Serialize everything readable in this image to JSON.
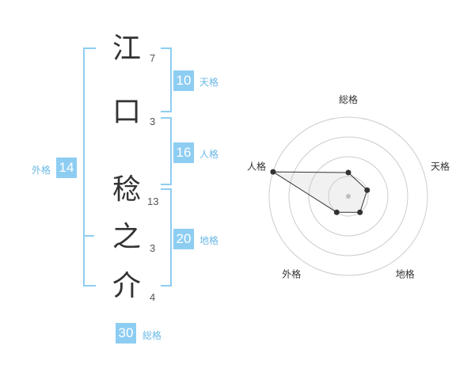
{
  "name_chars": [
    {
      "char": "江",
      "strokes": "7"
    },
    {
      "char": "口",
      "strokes": "3"
    },
    {
      "char": "稔",
      "strokes": "13"
    },
    {
      "char": "之",
      "strokes": "3"
    },
    {
      "char": "介",
      "strokes": "4"
    }
  ],
  "kakusu": {
    "tenkaku": {
      "value": "10",
      "label": "天格"
    },
    "jinkaku": {
      "value": "16",
      "label": "人格"
    },
    "chikaku": {
      "value": "20",
      "label": "地格"
    },
    "gaikaku": {
      "value": "14",
      "label": "外格"
    },
    "soukaku": {
      "value": "30",
      "label": "総格"
    }
  },
  "chart_data": {
    "type": "radar",
    "axes": [
      "総格",
      "天格",
      "地格",
      "外格",
      "人格"
    ],
    "rings": 4,
    "values": [
      1.2,
      1.0,
      1.0,
      1.0,
      4.0
    ],
    "max": 4
  }
}
